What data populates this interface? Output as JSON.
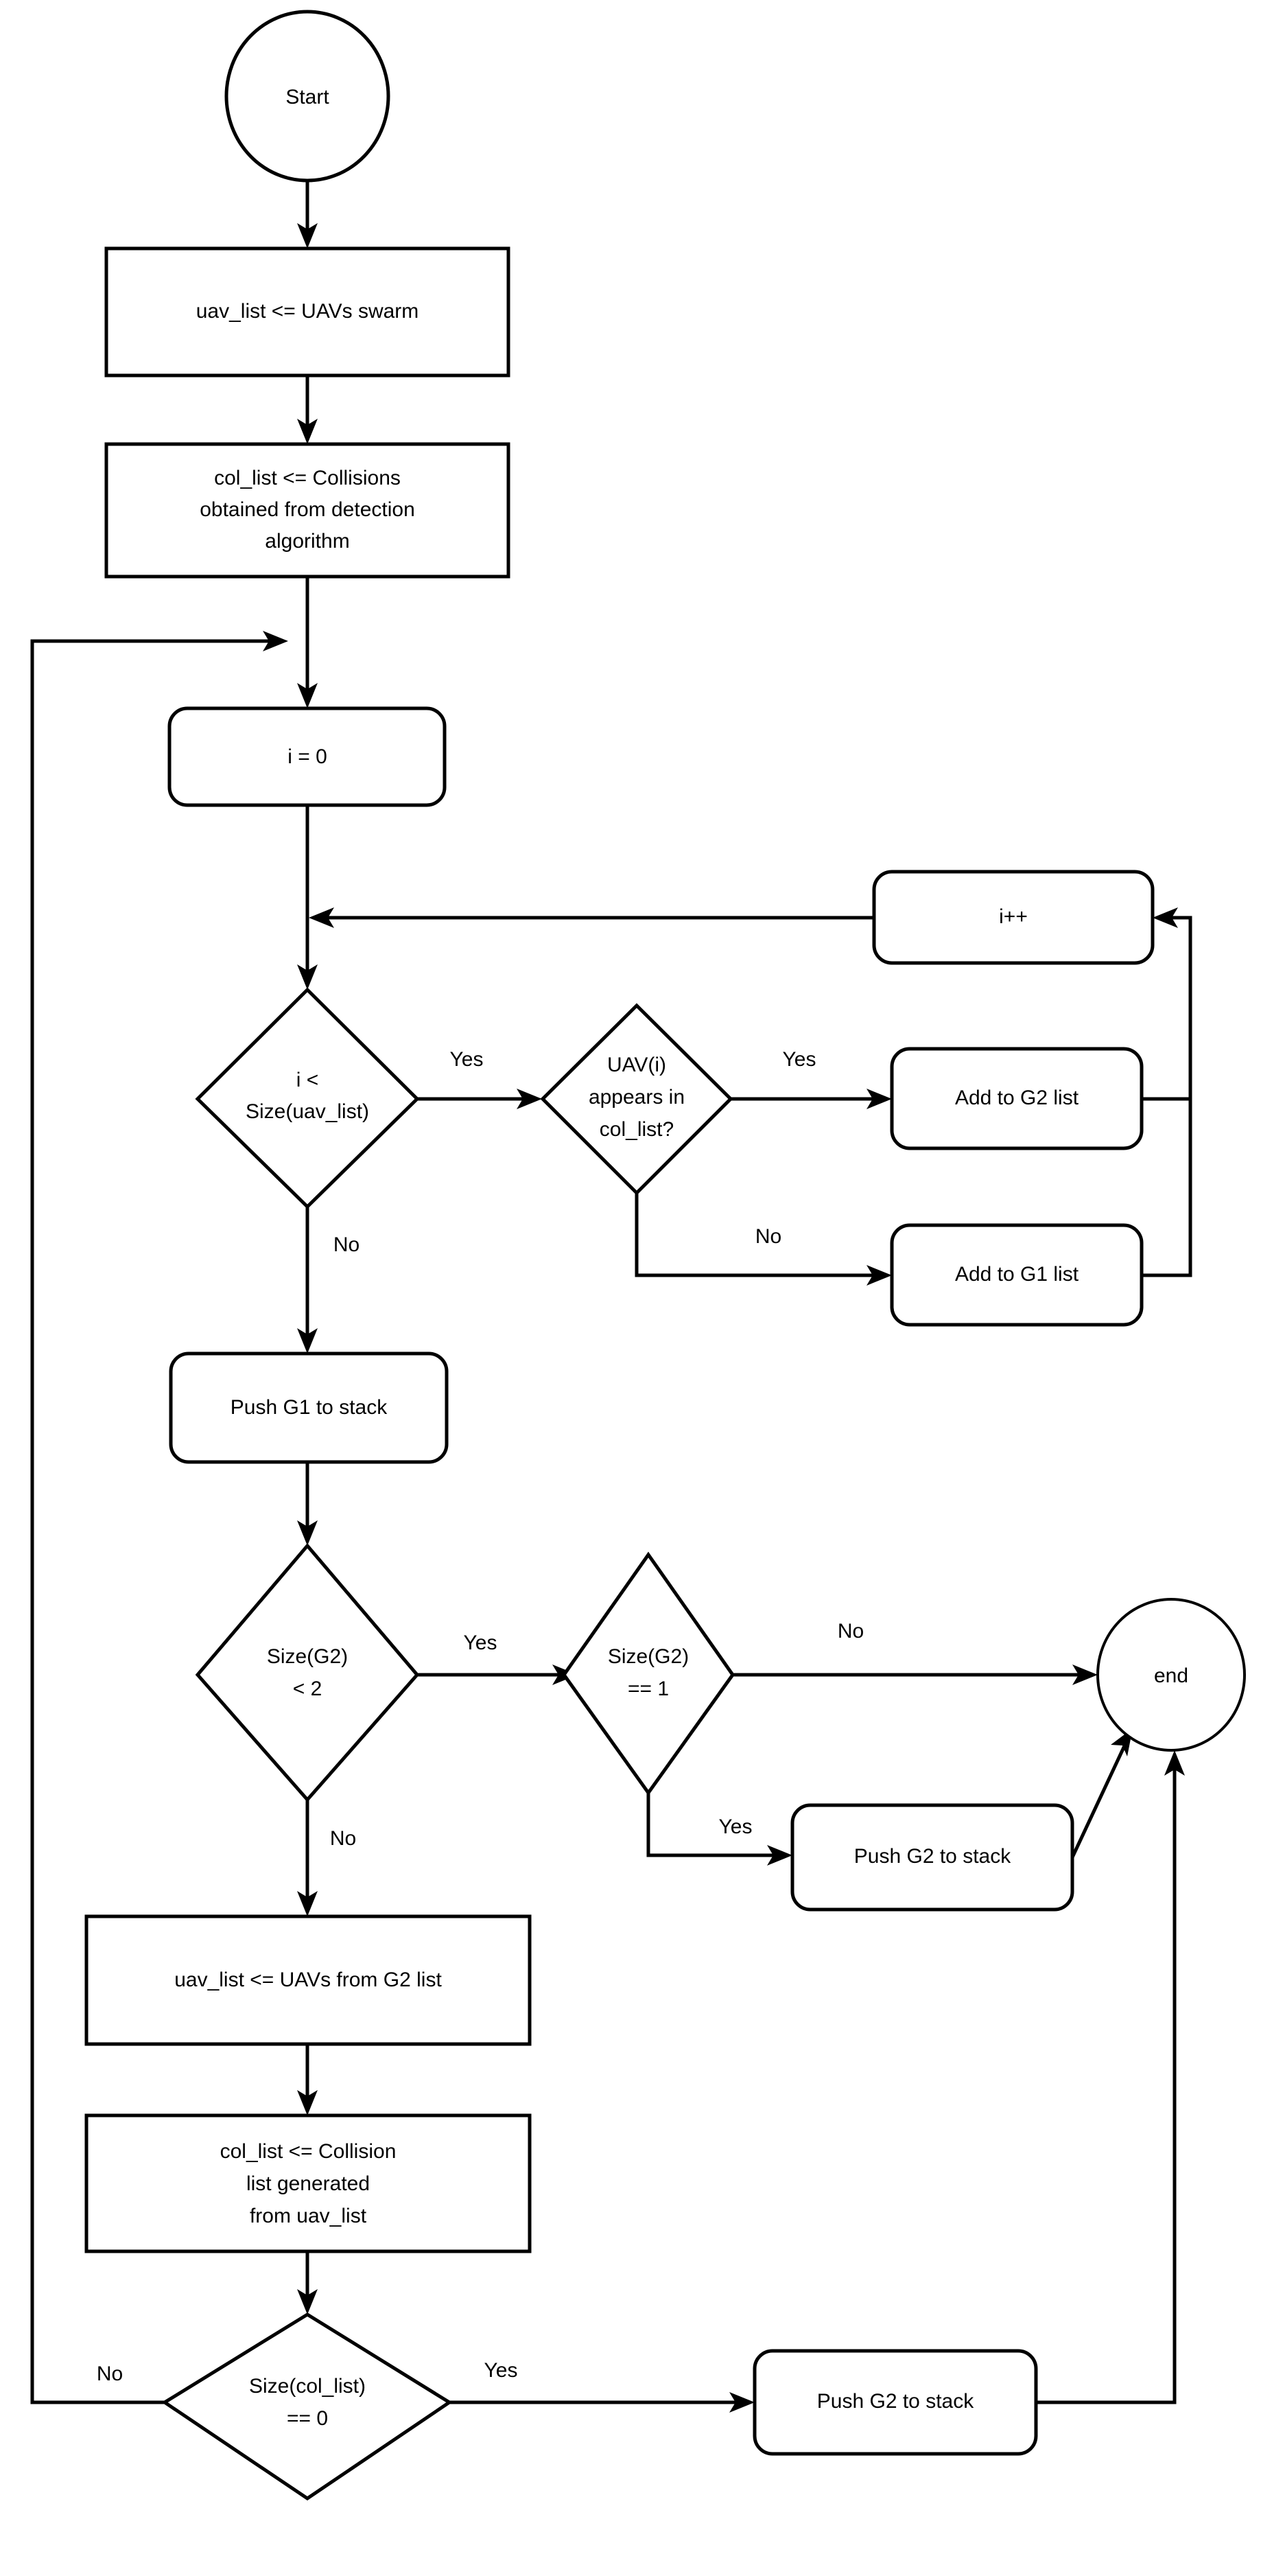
{
  "diagram": {
    "title": "UAV swarm collision grouping flowchart",
    "background_color": "#ffffff",
    "line_color": "#000000",
    "text_color": "#000000"
  },
  "nodes": {
    "start": {
      "label": "Start",
      "shape": "ellipse"
    },
    "uav_list_swarm": {
      "label": "uav_list <= UAVs swarm",
      "shape": "rectangle"
    },
    "col_list_detection_l1": {
      "label": "col_list <= Collisions",
      "shape": "rectangle"
    },
    "col_list_detection_l2": {
      "label": "obtained from detection",
      "shape": "rectangle"
    },
    "col_list_detection_l3": {
      "label": "algorithm",
      "shape": "rectangle"
    },
    "i_init": {
      "label": "i = 0",
      "shape": "rounded-rectangle"
    },
    "i_increment": {
      "label": "i++",
      "shape": "rounded-rectangle"
    },
    "loop_cond_l1": {
      "label": "i <",
      "shape": "diamond"
    },
    "loop_cond_l2": {
      "label": "Size(uav_list)",
      "shape": "diamond"
    },
    "uav_in_col_l1": {
      "label": "UAV(i)",
      "shape": "diamond"
    },
    "uav_in_col_l2": {
      "label": "appears in",
      "shape": "diamond"
    },
    "uav_in_col_l3": {
      "label": "col_list?",
      "shape": "diamond"
    },
    "add_g2": {
      "label": "Add to G2 list",
      "shape": "rounded-rectangle"
    },
    "add_g1": {
      "label": "Add to G1 list",
      "shape": "rounded-rectangle"
    },
    "push_g1": {
      "label": "Push G1 to stack",
      "shape": "rounded-rectangle"
    },
    "size_g2_lt2_l1": {
      "label": "Size(G2)",
      "shape": "diamond"
    },
    "size_g2_lt2_l2": {
      "label": "< 2",
      "shape": "diamond"
    },
    "size_g2_eq1_l1": {
      "label": "Size(G2)",
      "shape": "diamond"
    },
    "size_g2_eq1_l2": {
      "label": "== 1",
      "shape": "diamond"
    },
    "end": {
      "label": "end",
      "shape": "ellipse"
    },
    "push_g2_upper": {
      "label": "Push G2 to stack",
      "shape": "rounded-rectangle"
    },
    "uav_list_from_g2": {
      "label": "uav_list <= UAVs from G2 list",
      "shape": "rectangle"
    },
    "col_list_generated_l1": {
      "label": "col_list <= Collision",
      "shape": "rectangle"
    },
    "col_list_generated_l2": {
      "label": "list generated",
      "shape": "rectangle"
    },
    "col_list_generated_l3": {
      "label": "from uav_list",
      "shape": "rectangle"
    },
    "size_col_list_l1": {
      "label": "Size(col_list)",
      "shape": "diamond"
    },
    "size_col_list_l2": {
      "label": "== 0",
      "shape": "diamond"
    },
    "push_g2_lower": {
      "label": "Push G2 to stack",
      "shape": "rounded-rectangle"
    }
  },
  "edge_labels": {
    "loop_cond_yes": "Yes",
    "loop_cond_no": "No",
    "uav_in_col_yes": "Yes",
    "uav_in_col_no": "No",
    "size_g2_lt2_yes": "Yes",
    "size_g2_lt2_no": "No",
    "size_g2_eq1_no": "No",
    "size_g2_eq1_yes": "Yes",
    "size_col_list_no": "No",
    "size_col_list_yes": "Yes"
  }
}
